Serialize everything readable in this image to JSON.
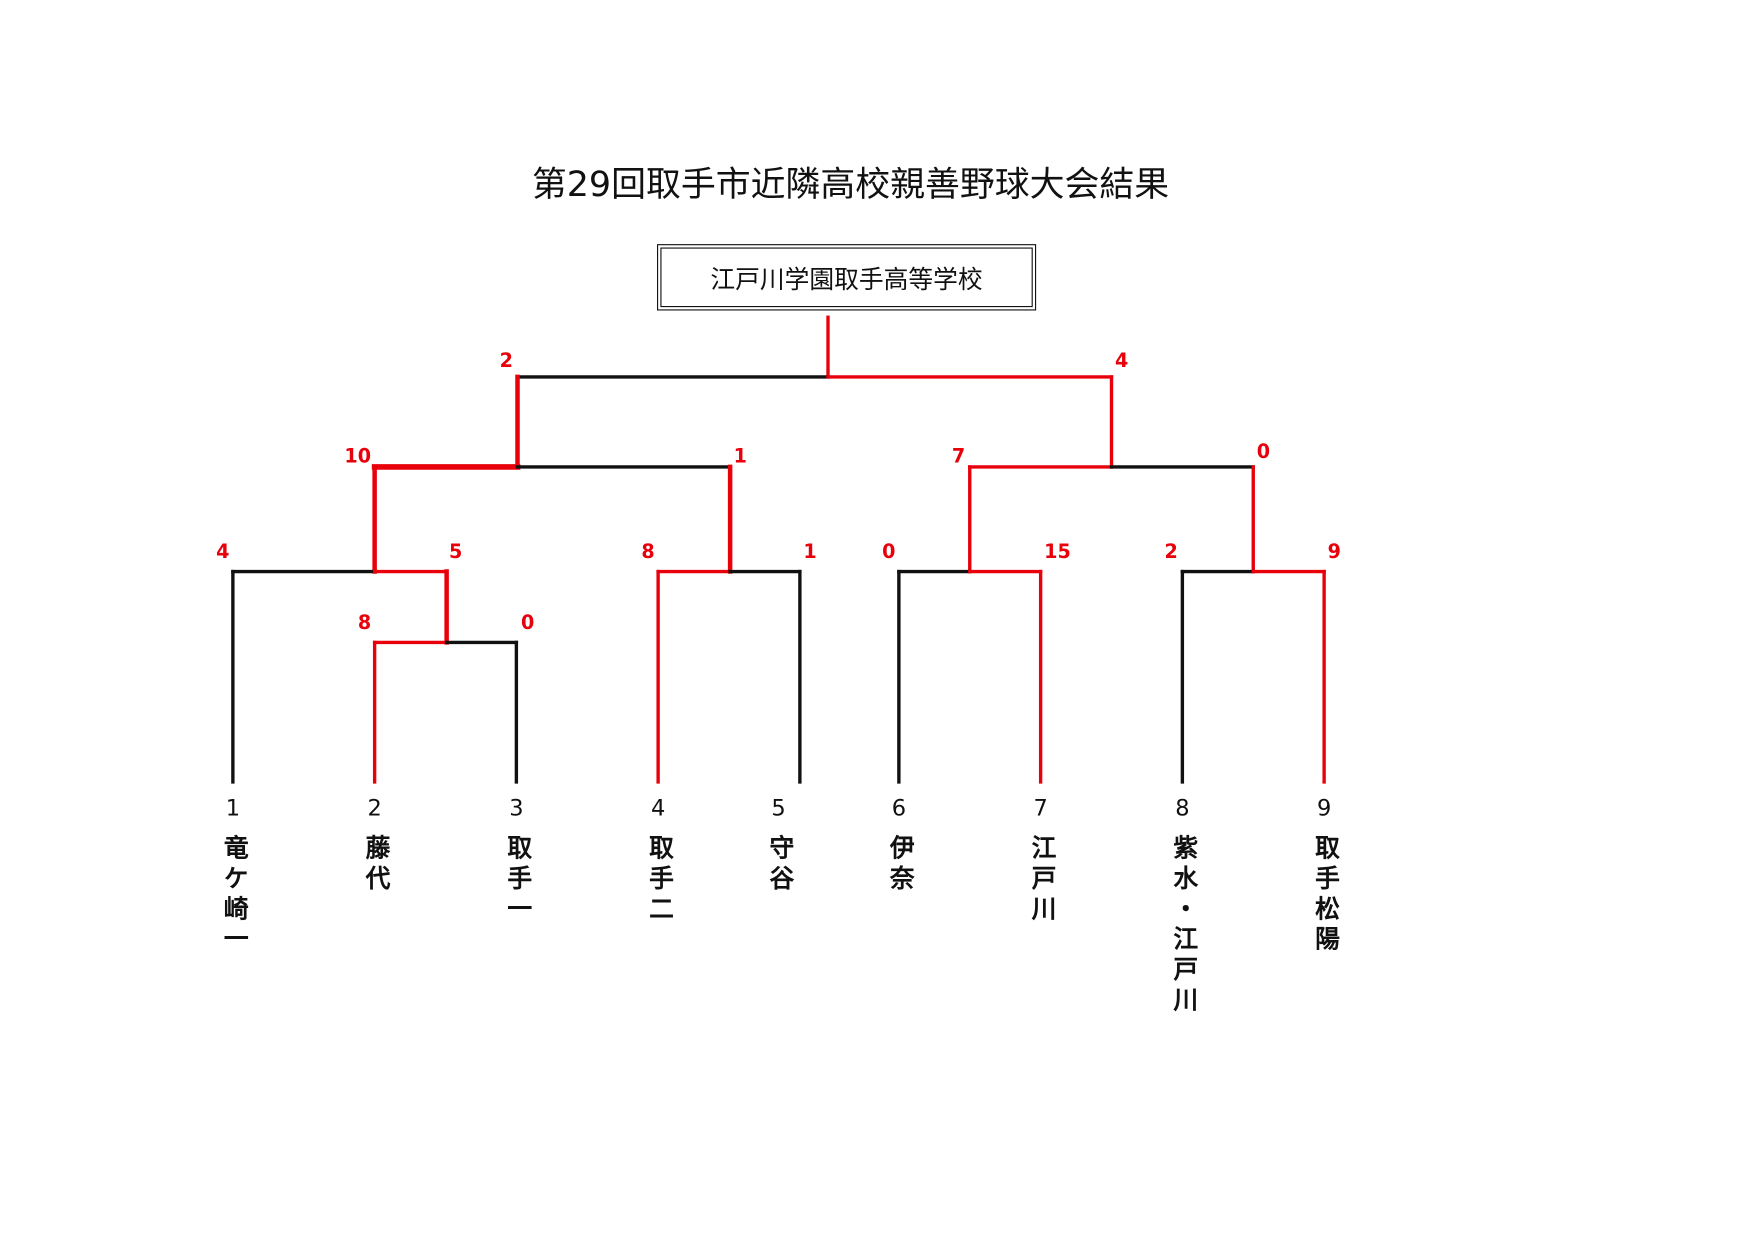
{
  "title": "第29回取手市近隣高校親善野球大会結果",
  "champion": "江戸川学園取手高等学校",
  "colors": {
    "winner": "#e8000b",
    "loser": "#111111"
  },
  "teams": [
    {
      "seed": "1",
      "name": "竜ケ崎一"
    },
    {
      "seed": "2",
      "name": "藤代"
    },
    {
      "seed": "3",
      "name": "取手一"
    },
    {
      "seed": "4",
      "name": "取手二"
    },
    {
      "seed": "5",
      "name": "守谷"
    },
    {
      "seed": "6",
      "name": "伊奈"
    },
    {
      "seed": "7",
      "name": "江戸川"
    },
    {
      "seed": "8",
      "name": "紫水・江戸川"
    },
    {
      "seed": "9",
      "name": "取手松陽"
    }
  ],
  "scores": {
    "r0_2v3": {
      "left": "8",
      "right": "0"
    },
    "r1_a": {
      "left": "4",
      "right": "5"
    },
    "r1_b": {
      "left": "8",
      "right": "1"
    },
    "r1_c": {
      "left": "0",
      "right": "15"
    },
    "r1_d": {
      "left": "2",
      "right": "9"
    },
    "sf_left": {
      "left": "10",
      "right": "1"
    },
    "sf_right": {
      "left": "7",
      "right": "0"
    },
    "final": {
      "left": "2",
      "right": "4"
    }
  }
}
